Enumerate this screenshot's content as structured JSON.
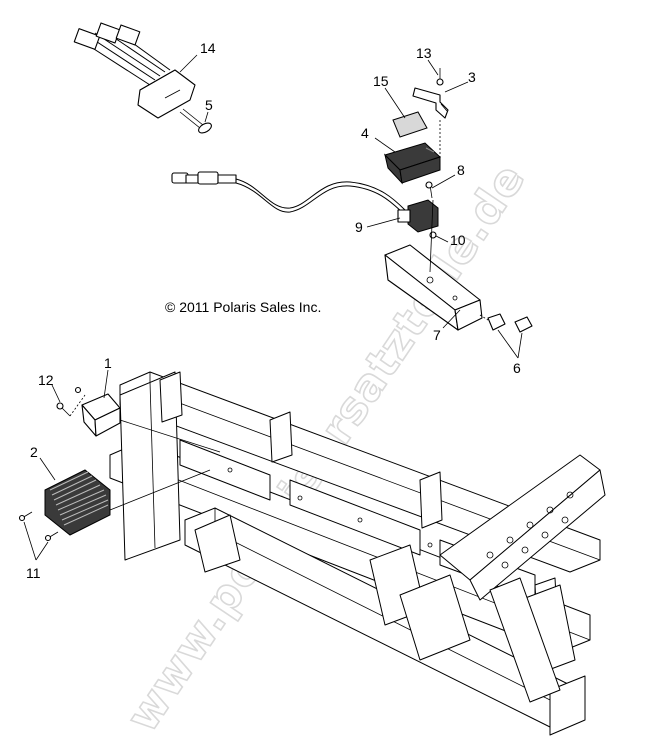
{
  "copyright": "© 2011 Polaris Sales Inc.",
  "watermark": "www.polarisersatzteile.de",
  "callouts": {
    "c1": "1",
    "c2": "2",
    "c3": "3",
    "c4": "4",
    "c5": "5",
    "c6": "6",
    "c7": "7",
    "c8": "8",
    "c9": "9",
    "c10": "10",
    "c11": "11",
    "c12": "12",
    "c13": "13",
    "c14": "14",
    "c15": "15"
  }
}
